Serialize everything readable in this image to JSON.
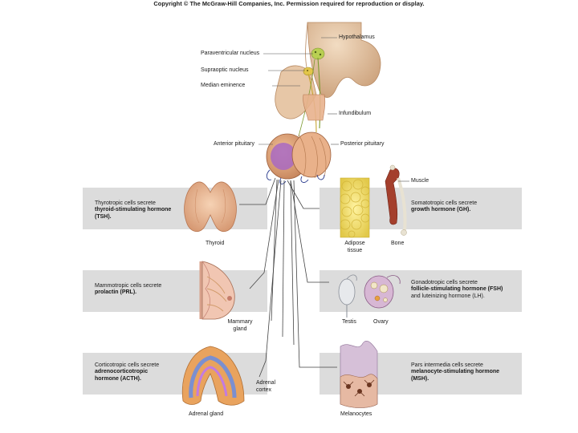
{
  "copyright": "Copyright © The McGraw-Hill Companies, Inc. Permission required for reproduction or display.",
  "top_labels": {
    "hypothalamus": "Hypothalamus",
    "paraventricular": "Paraventricular nucleus",
    "supraoptic": "Supraoptic nucleus",
    "median_eminence": "Median eminence",
    "infundibulum": "Infundibulum",
    "anterior_pituitary": "Anterior pituitary",
    "posterior_pituitary": "Posterior pituitary"
  },
  "panels": {
    "thyroid": {
      "line1": "Thyrotropic cells secrete",
      "line2": "thyroid-stimulating hormone",
      "line3": "(TSH).",
      "organ": "Thyroid"
    },
    "mammary": {
      "line1": "Mammotropic cells secrete",
      "line2": "prolactin (PRL).",
      "organ_line1": "Mammary",
      "organ_line2": "gland"
    },
    "adrenal": {
      "line1": "Corticotropic cells secrete",
      "line2": "adrenocorticotropic",
      "line3": "hormone (ACTH).",
      "organ_line1": "Adrenal",
      "organ_line2": "cortex",
      "gland": "Adrenal gland"
    },
    "growth": {
      "line1": "Somatotropic cells secrete",
      "line2": "growth hormone (GH).",
      "muscle": "Muscle",
      "adipose_line1": "Adipose",
      "adipose_line2": "tissue",
      "bone": "Bone"
    },
    "gonad": {
      "line1": "Gonadotropic cells secrete",
      "line2": "follicle-stimulating hormone (FSH)",
      "line3": "and luteinizing hormone (LH).",
      "testis": "Testis",
      "ovary": "Ovary"
    },
    "msh": {
      "line1": "Pars intermedia cells secrete",
      "line2": "melanocyte-stimulating hormone",
      "line3": "(MSH).",
      "melanocytes": "Melanocytes"
    }
  }
}
